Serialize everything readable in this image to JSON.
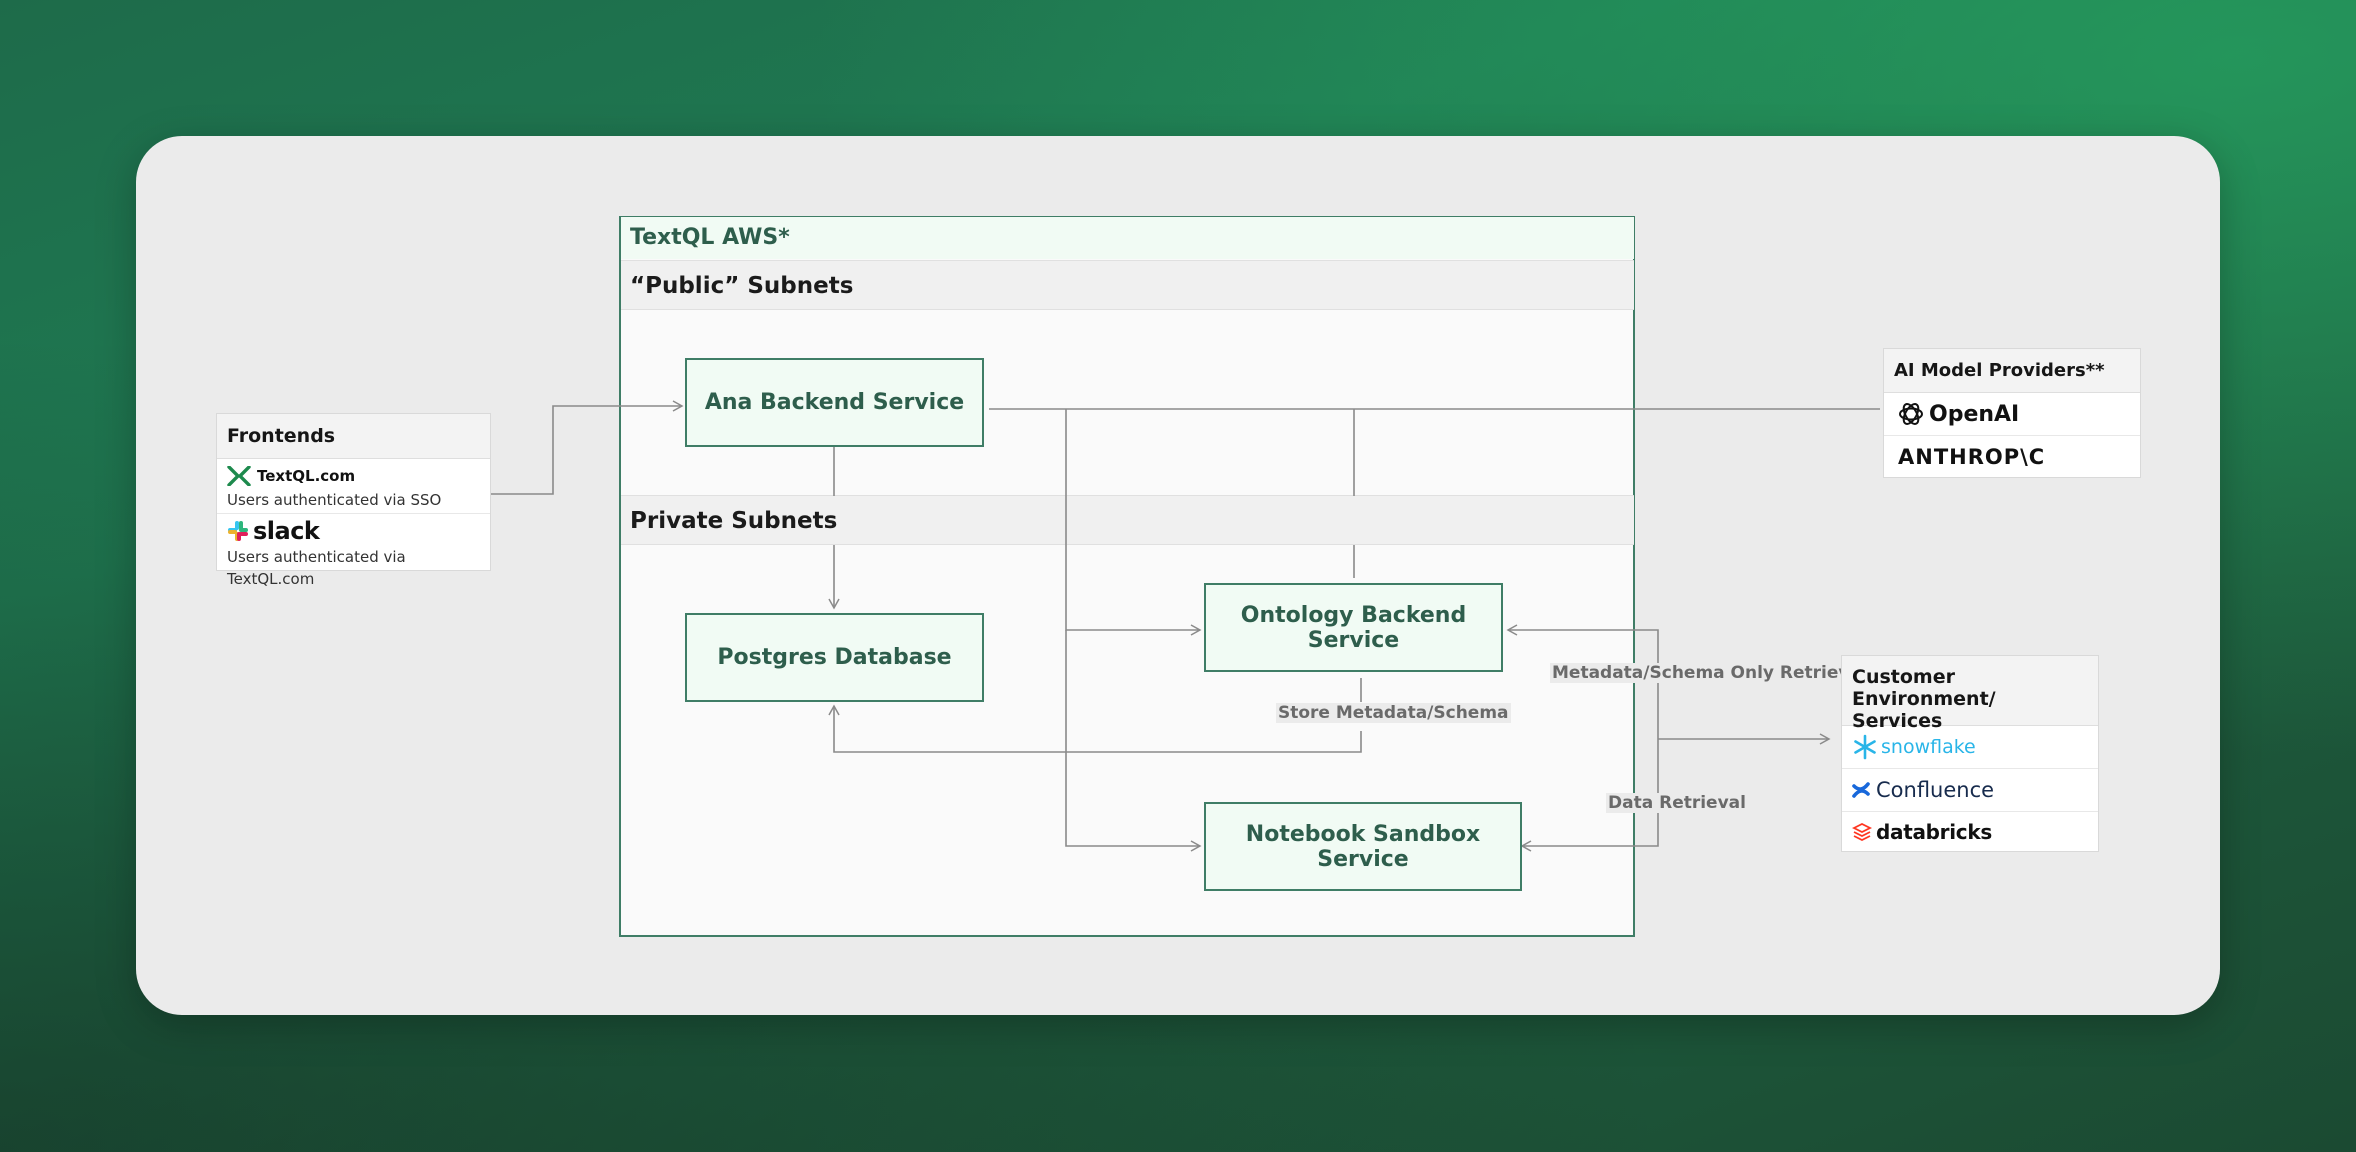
{
  "aws": {
    "title": "TextQL AWS*",
    "public_subnets": "“Public” Subnets",
    "private_subnets": "Private Subnets"
  },
  "services": {
    "ana": "Ana Backend Service",
    "postgres": "Postgres Database",
    "ontology": "Ontology Backend Service",
    "notebook": "Notebook Sandbox Service"
  },
  "edge_labels": {
    "store_metadata": "Store Metadata/Schema",
    "metadata_retrieval": "Metadata/Schema Only Retrieval",
    "data_retrieval": "Data Retrieval"
  },
  "frontends": {
    "title": "Frontends",
    "textql_brand": "TextQL.com",
    "textql_desc": "Users authenticated via SSO",
    "slack_brand": "slack",
    "slack_desc": "Users authenticated via TextQL.com"
  },
  "ai_providers": {
    "title": "AI Model Providers**",
    "openai": "OpenAI",
    "anthropic": "ANTHROP\\C"
  },
  "customer": {
    "title": "Customer Environment/ Services",
    "snowflake": "snowflake",
    "confluence": "Confluence",
    "databricks": "databricks"
  },
  "colors": {
    "accent_green": "#3f7d66",
    "service_fill": "#f1fbf4",
    "line_gray": "#8a8a8a",
    "snowflake_blue": "#29b5e8",
    "confluence_blue": "#1868db",
    "databricks_red": "#ff3621"
  },
  "icons": [
    "textql-logo-icon",
    "slack-logo-icon",
    "openai-logo-icon",
    "snowflake-logo-icon",
    "confluence-logo-icon",
    "databricks-logo-icon"
  ]
}
